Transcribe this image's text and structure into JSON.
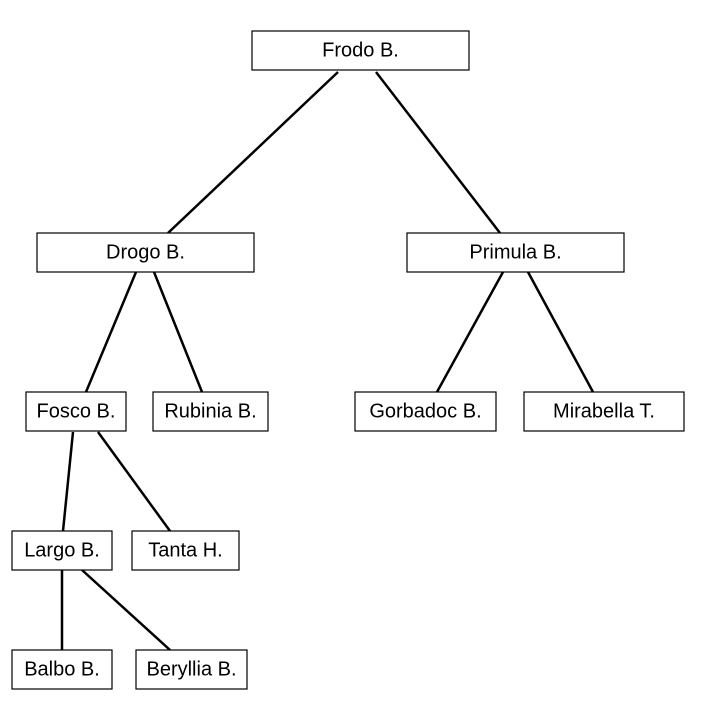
{
  "tree": {
    "nodes": [
      {
        "id": "frodo",
        "label": "Frodo B.",
        "parent": null
      },
      {
        "id": "drogo",
        "label": "Drogo B.",
        "parent": "frodo"
      },
      {
        "id": "primula",
        "label": "Primula B.",
        "parent": "frodo"
      },
      {
        "id": "fosco",
        "label": "Fosco B.",
        "parent": "drogo"
      },
      {
        "id": "rubinia",
        "label": "Rubinia B.",
        "parent": "drogo"
      },
      {
        "id": "gorbadoc",
        "label": "Gorbadoc B.",
        "parent": "primula"
      },
      {
        "id": "mirabella",
        "label": "Mirabella T.",
        "parent": "primula"
      },
      {
        "id": "largo",
        "label": "Largo B.",
        "parent": "fosco"
      },
      {
        "id": "tanta",
        "label": "Tanta H.",
        "parent": "fosco"
      },
      {
        "id": "balbo",
        "label": "Balbo B.",
        "parent": "largo"
      },
      {
        "id": "beryllia",
        "label": "Beryllia B.",
        "parent": "largo"
      }
    ]
  }
}
